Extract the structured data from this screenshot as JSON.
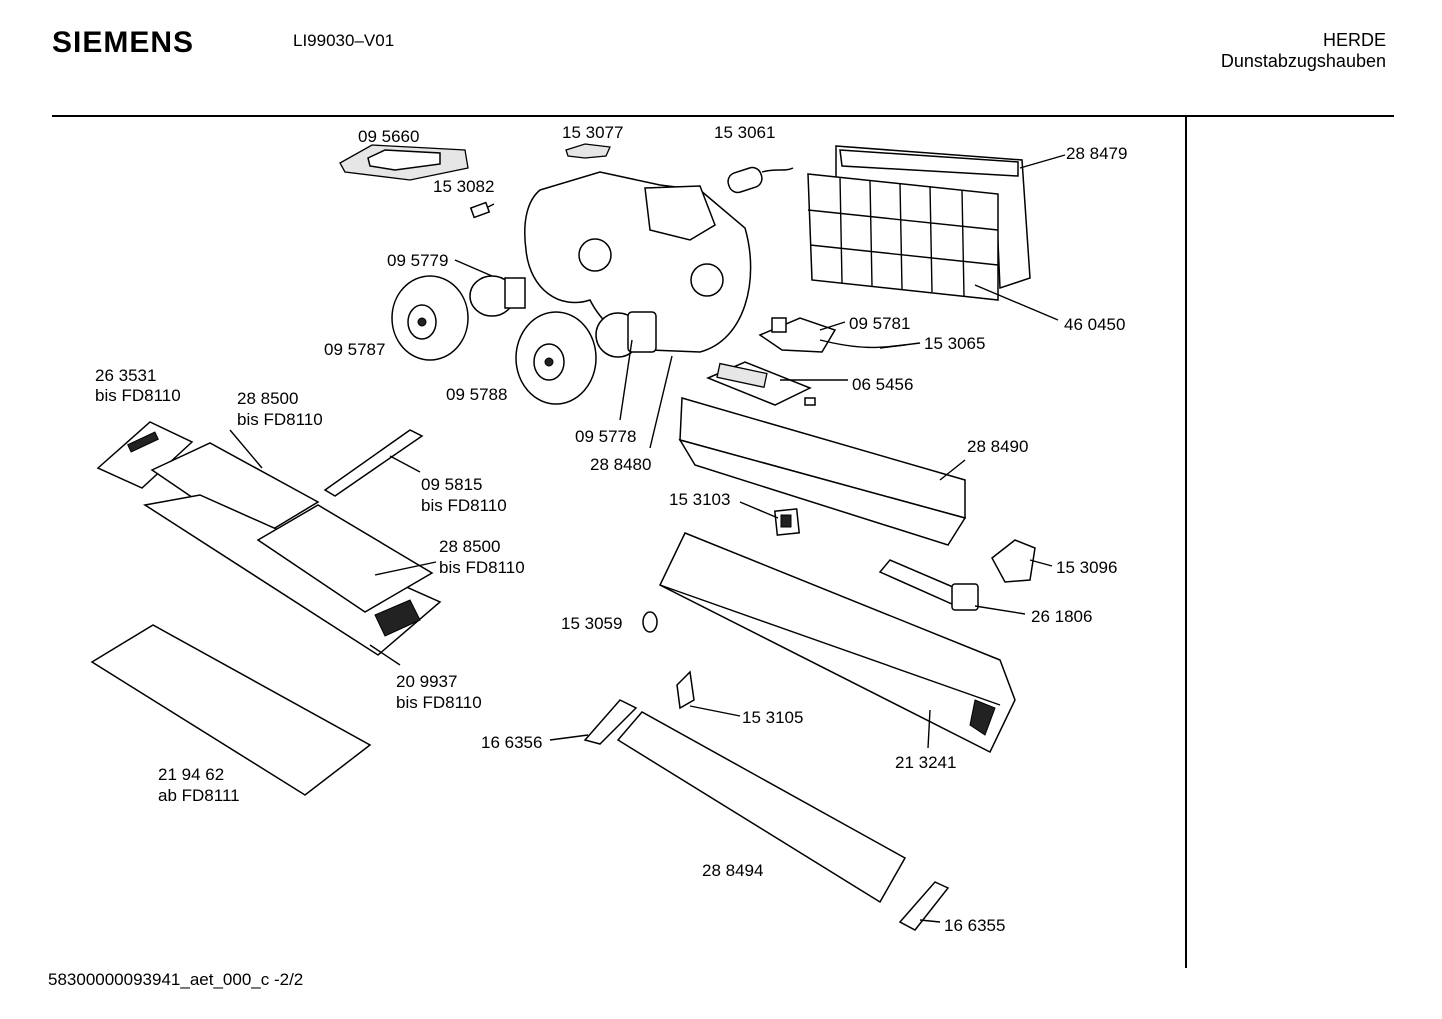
{
  "header": {
    "brand": "SIEMENS",
    "model": "LI99030–V01",
    "category_line1": "HERDE",
    "category_line2": "Dunstabzugshauben"
  },
  "footer": {
    "doc_id": "58300000093941_aet_000_c",
    "page": "-2/2"
  },
  "labels": {
    "p095660": "09 5660",
    "p153077": "15 3077",
    "p153061": "15 3061",
    "p288479": "28 8479",
    "p153082": "15 3082",
    "p095779": "09 5779",
    "p095787": "09 5787",
    "p095788": "09 5788",
    "p095781": "09 5781",
    "p460450": "46 0450",
    "p153065": "15 3065",
    "p065456": "06 5456",
    "p263531": "26 3531",
    "p263531_note": "bis FD8110",
    "p288500a": "28 8500",
    "p288500a_note": "bis FD8110",
    "p095815": "09 5815",
    "p095815_note": "bis FD8110",
    "p095778": "09 5778",
    "p288480": "28 8480",
    "p288490": "28 8490",
    "p153103": "15 3103",
    "p288500b": "28 8500",
    "p288500b_note": "bis FD8110",
    "p153096": "15 3096",
    "p261806": "26 1806",
    "p153059": "15 3059",
    "p209937": "20 9937",
    "p209937_note": "bis FD8110",
    "p153105": "15 3105",
    "p166356": "16 6356",
    "p213241": "21 3241",
    "p219462": "21 94 62",
    "p219462_note": "ab FD8111",
    "p288494": "28 8494",
    "p166355": "16 6355"
  }
}
